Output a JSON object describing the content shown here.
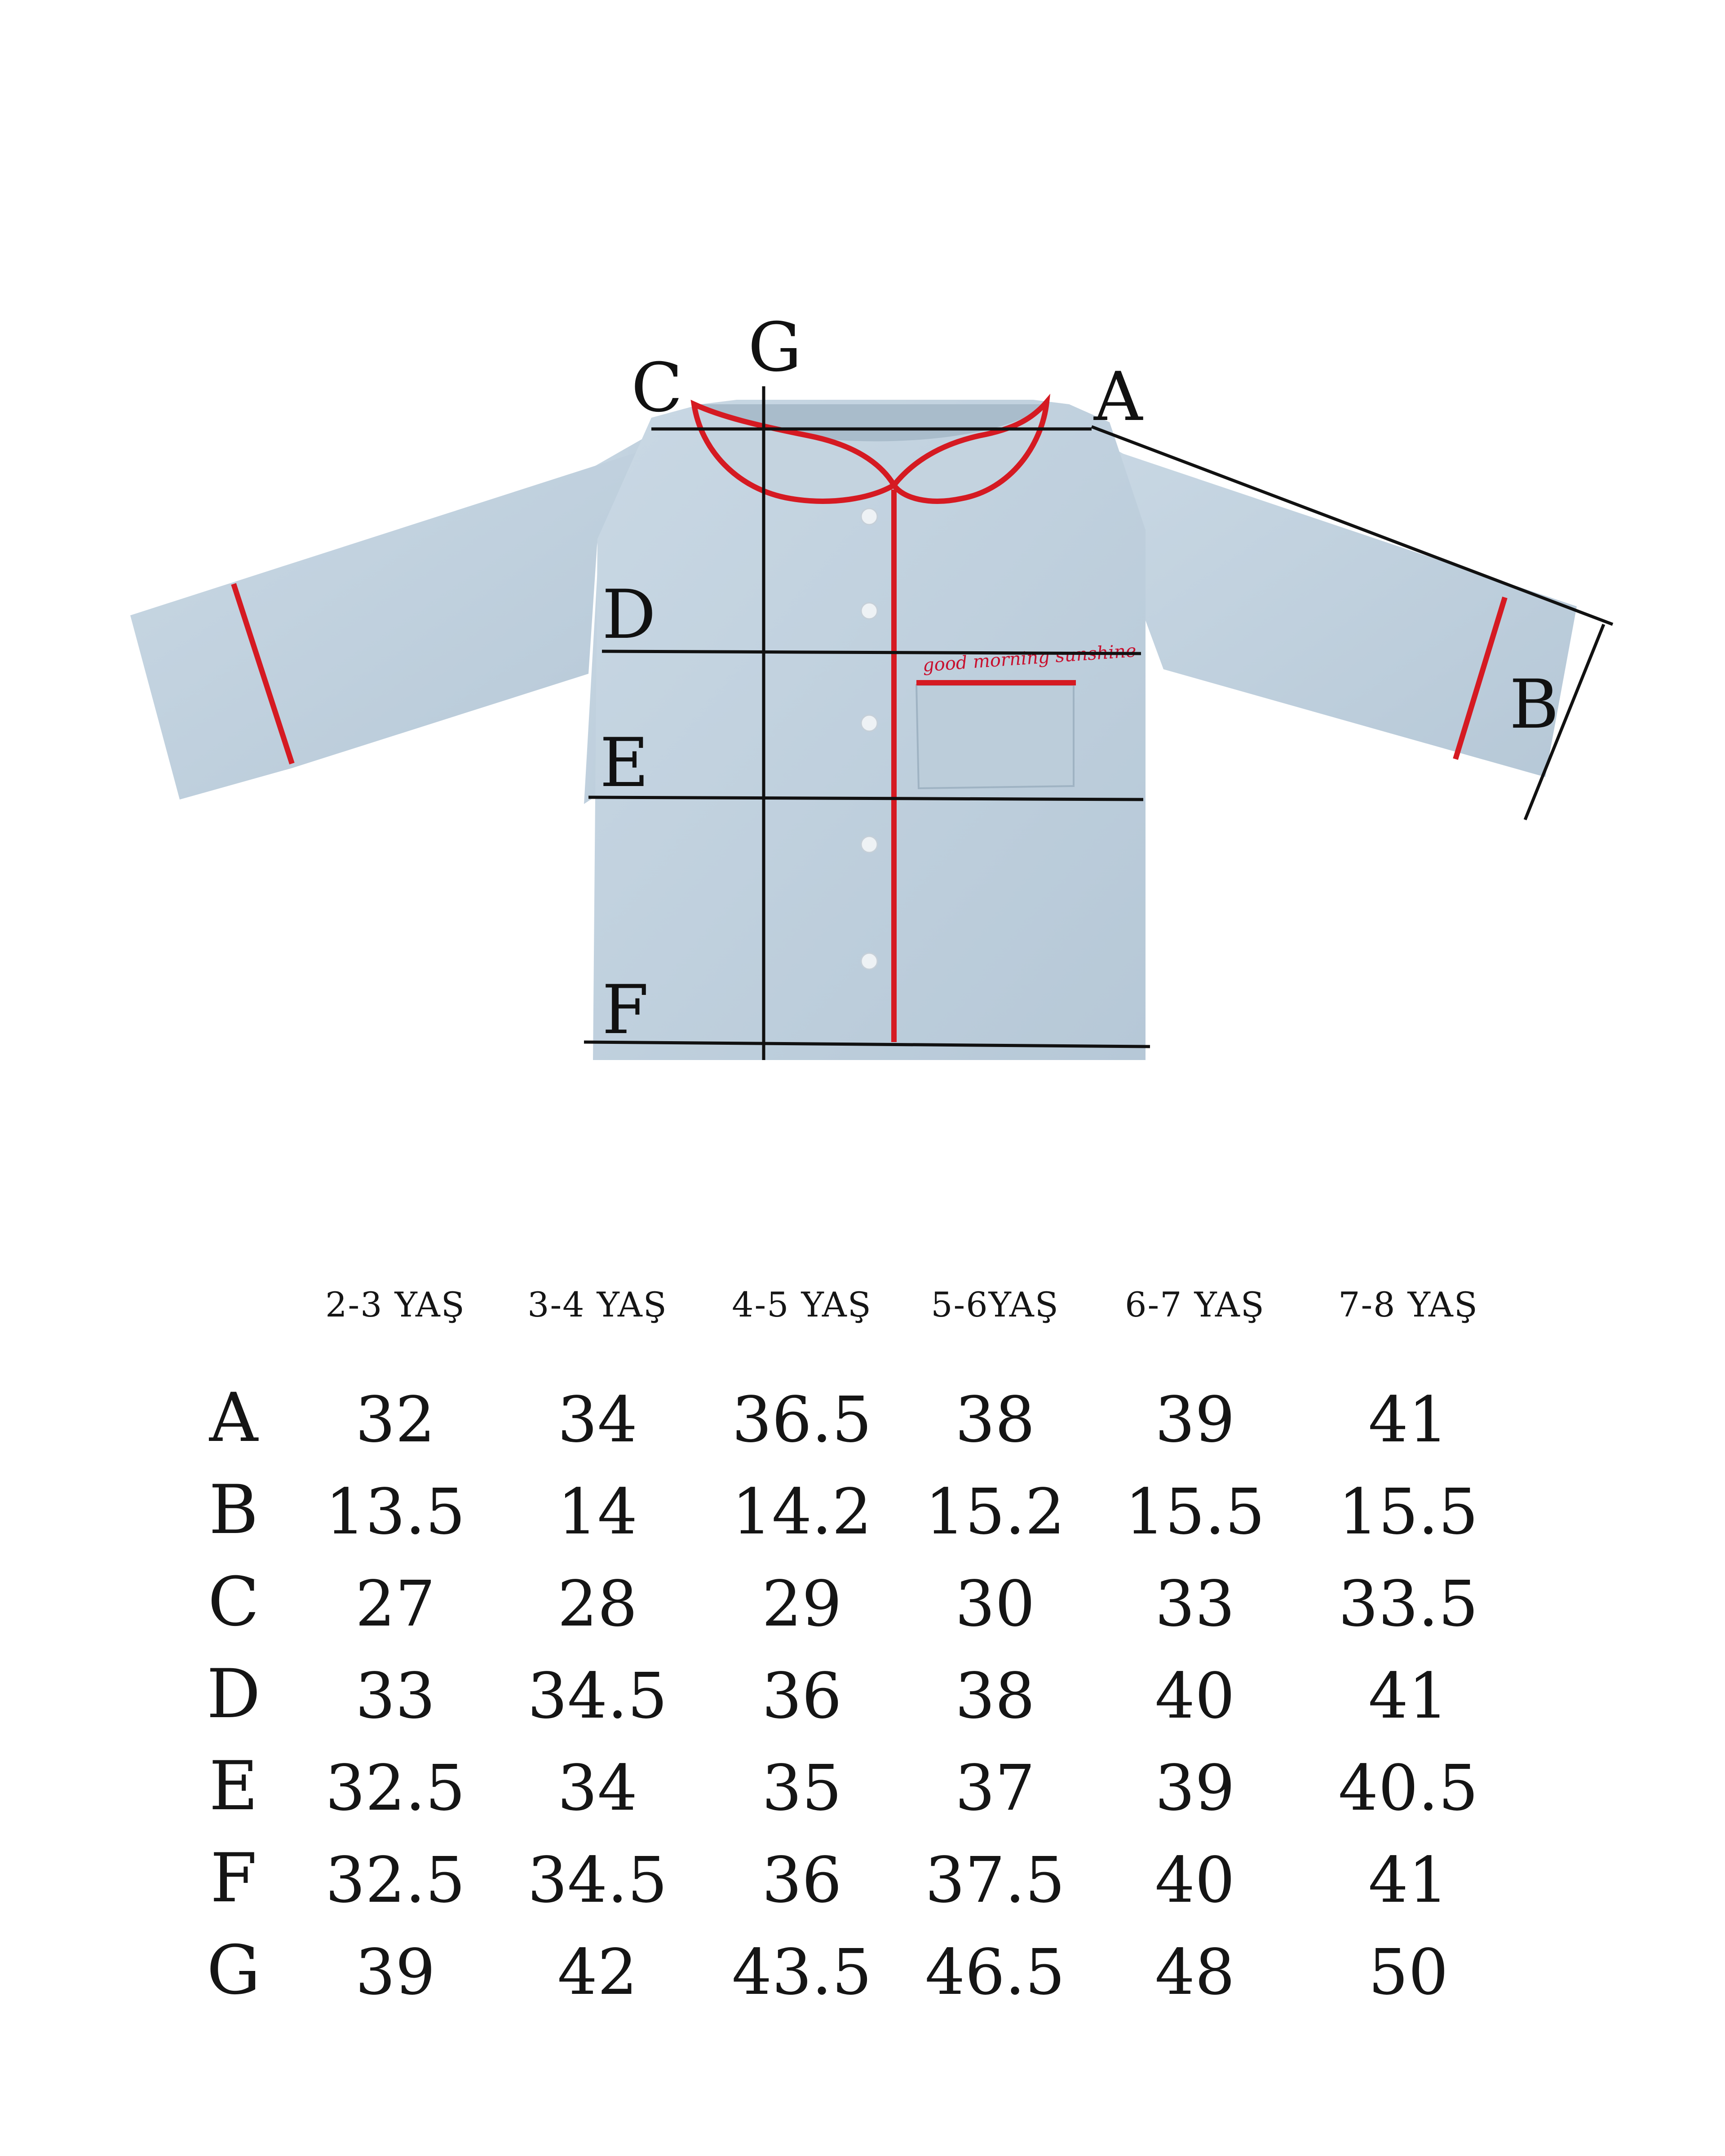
{
  "diagram": {
    "measure_labels": [
      "A",
      "B",
      "C",
      "D",
      "E",
      "F",
      "G"
    ],
    "embroidery_text": "good morning sunshine",
    "colors": {
      "fabric": "#bfd0de",
      "piping": "#d51a22",
      "lines": "#111111"
    }
  },
  "table": {
    "sizes": [
      "2-3 YAŞ",
      "3-4 YAŞ",
      "4-5 YAŞ",
      "5-6YAŞ",
      "6-7 YAŞ",
      "7-8 YAŞ"
    ],
    "rows": [
      {
        "label": "A",
        "values": [
          "32",
          "34",
          "36.5",
          "38",
          "39",
          "41"
        ]
      },
      {
        "label": "B",
        "values": [
          "13.5",
          "14",
          "14.2",
          "15.2",
          "15.5",
          "15.5"
        ]
      },
      {
        "label": "C",
        "values": [
          "27",
          "28",
          "29",
          "30",
          "33",
          "33.5"
        ]
      },
      {
        "label": "D",
        "values": [
          "33",
          "34.5",
          "36",
          "38",
          "40",
          "41"
        ]
      },
      {
        "label": "E",
        "values": [
          "32.5",
          "34",
          "35",
          "37",
          "39",
          "40.5"
        ]
      },
      {
        "label": "F",
        "values": [
          "32.5",
          "34.5",
          "36",
          "37.5",
          "40",
          "41"
        ]
      },
      {
        "label": "G",
        "values": [
          "39",
          "42",
          "43.5",
          "46.5",
          "48",
          "50"
        ]
      }
    ]
  }
}
